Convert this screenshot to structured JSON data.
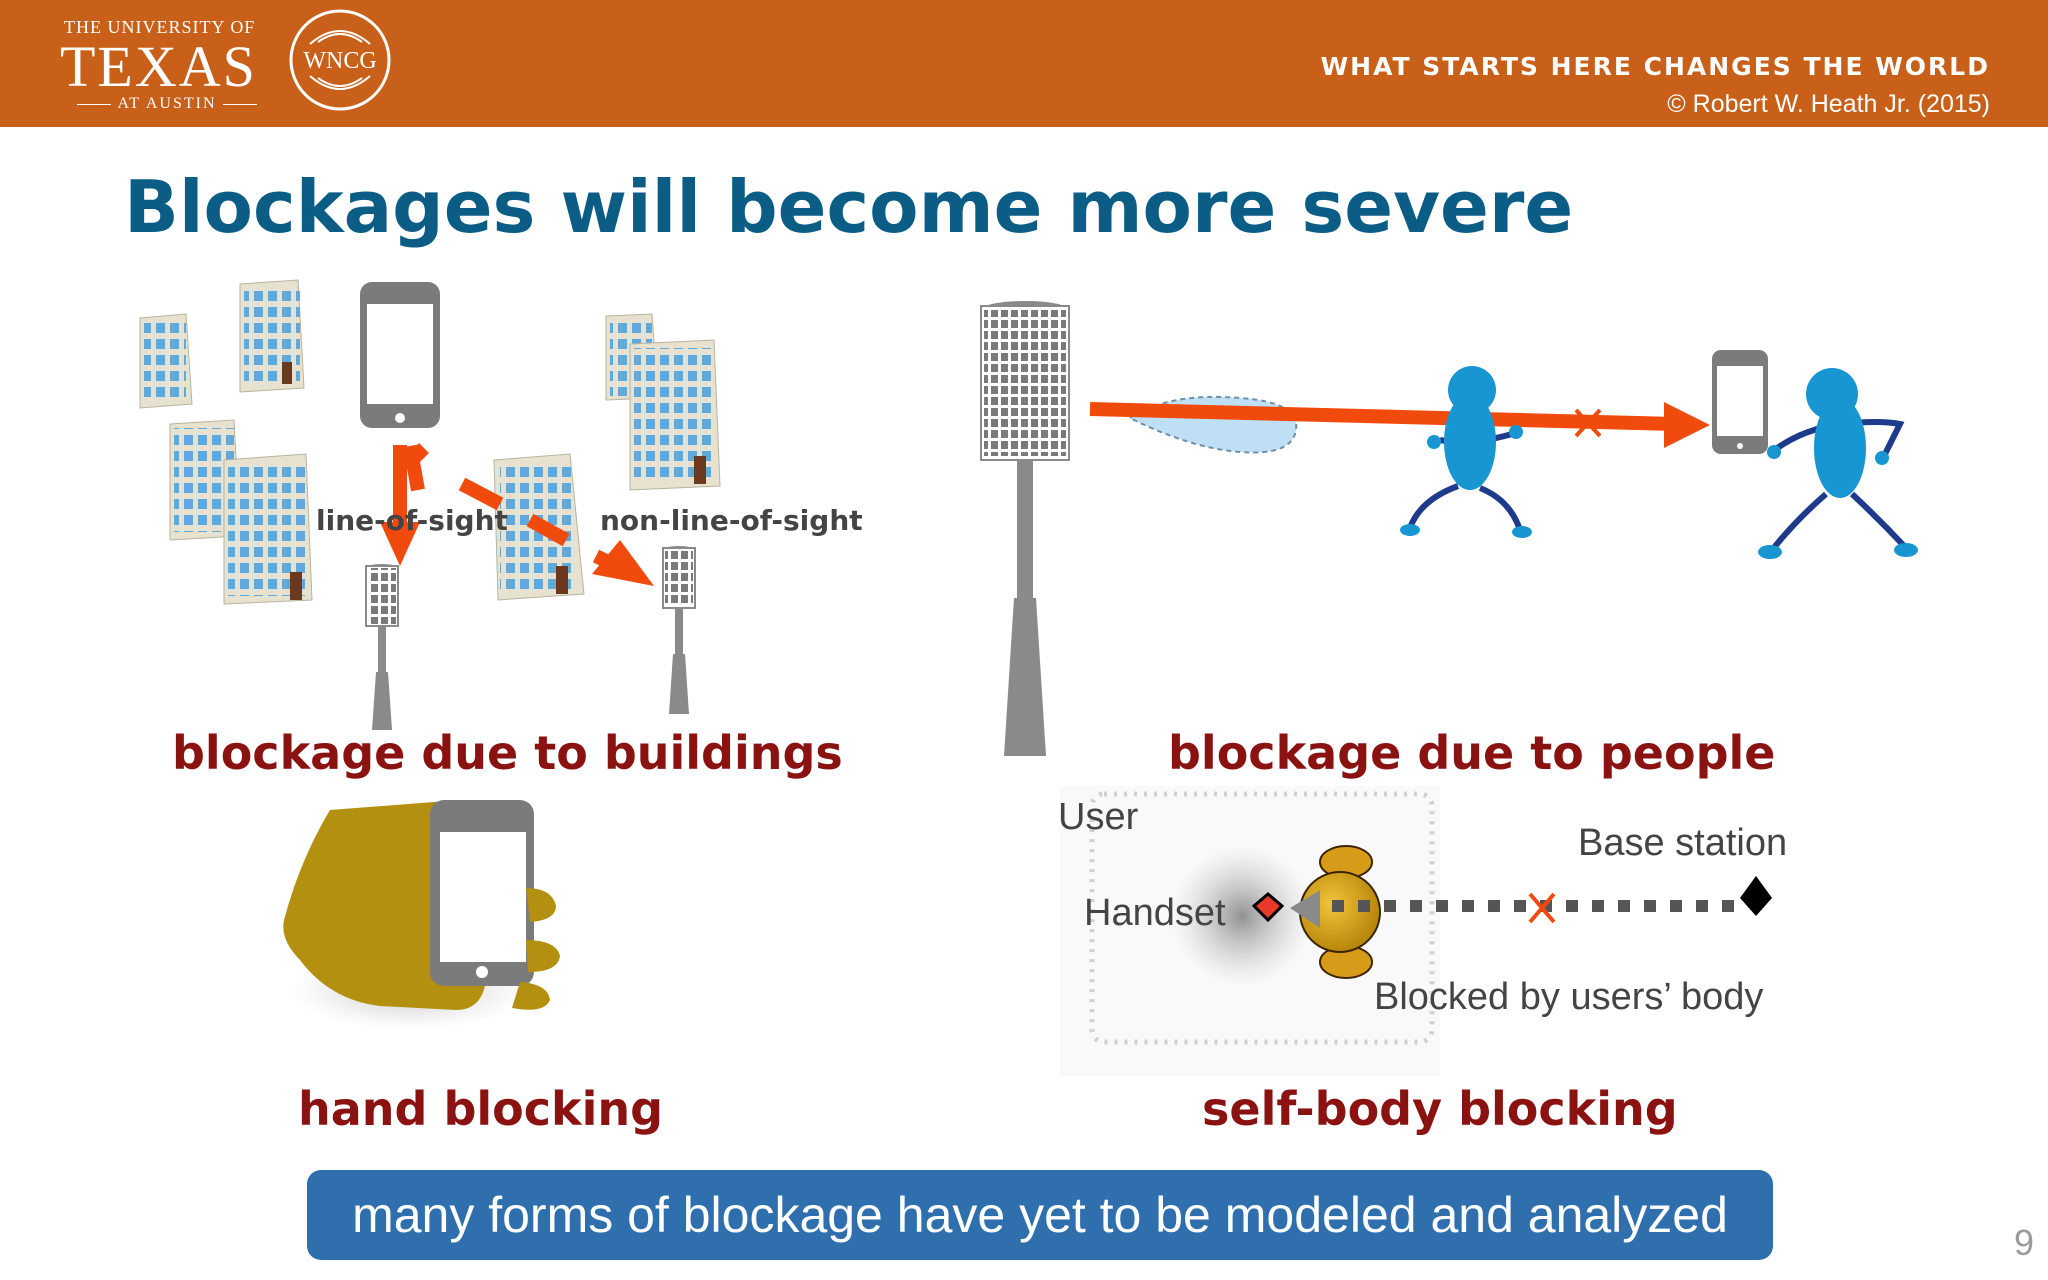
{
  "header": {
    "university_small": "THE UNIVERSITY OF",
    "university_big": "TEXAS",
    "university_sub": "AT AUSTIN",
    "lab_logo": "WNCG",
    "slogan": "WHAT STARTS HERE CHANGES THE WORLD",
    "copyright": "© Robert W. Heath Jr. (2015)",
    "accent_color": "#c9601a"
  },
  "title": "Blockages will become more severe",
  "panels": {
    "buildings": {
      "los_label": "line-of-sight",
      "nlos_label": "non-line-of-sight",
      "caption": "blockage due to buildings"
    },
    "people": {
      "caption": "blockage due to people"
    },
    "hand": {
      "caption": "hand blocking"
    },
    "self_body": {
      "user_label": "User",
      "handset_label": "Handset",
      "base_station_label": "Base station",
      "blocked_label": "Blocked by users’ body",
      "caption": "self-body blocking"
    }
  },
  "banner": "many forms of blockage have yet to be modeled and analyzed",
  "page_number": "9",
  "colors": {
    "title": "#0b5d86",
    "caption": "#8a1210",
    "arrow": "#f04a0c",
    "person": "#1896d2",
    "banner": "#2f6fad"
  }
}
